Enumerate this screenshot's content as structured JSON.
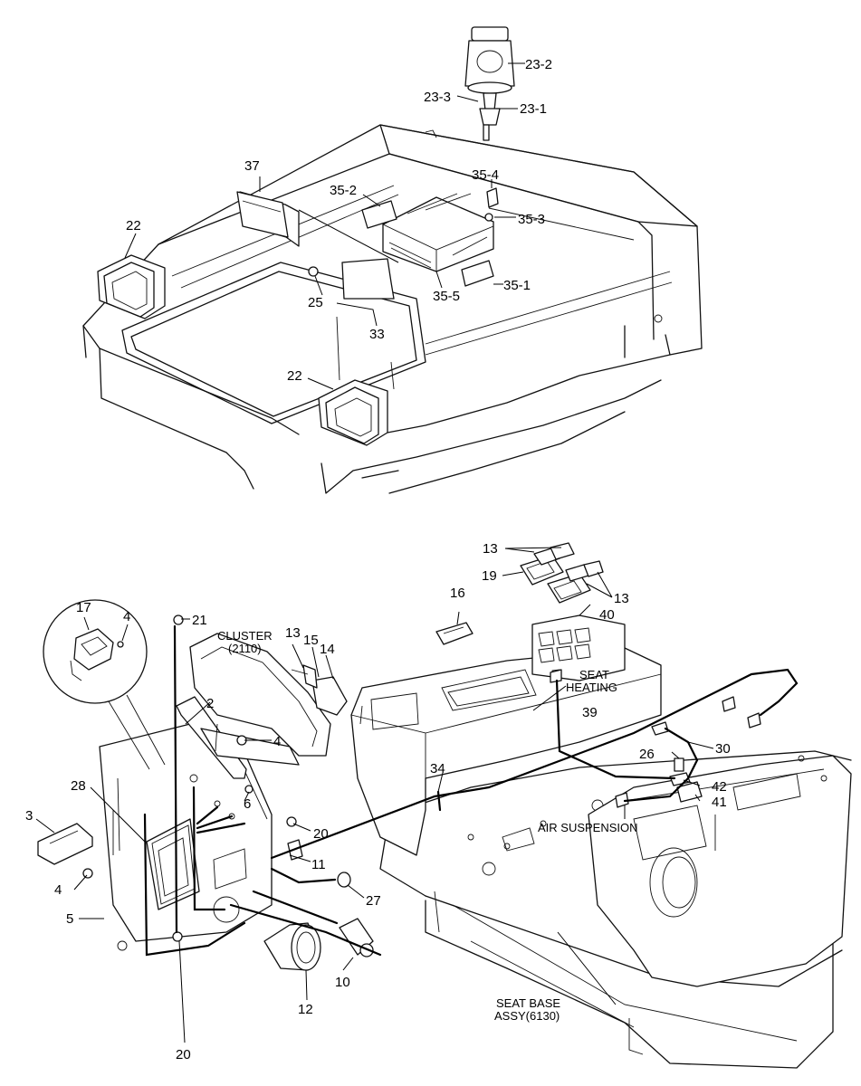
{
  "cab_top": {
    "callouts": {
      "c23_2": "23-2",
      "c23_3": "23-3",
      "c23_1": "23-1",
      "c37": "37",
      "c35_2": "35-2",
      "c35_4": "35-4",
      "c35_3": "35-3",
      "c22a": "22",
      "c25": "25",
      "c35_5": "35-5",
      "c35_1": "35-1",
      "c33": "33",
      "c22b": "22"
    }
  },
  "console": {
    "callouts": {
      "c13a": "13",
      "c19": "19",
      "c13b": "13",
      "c16": "16",
      "c40": "40",
      "c17": "17",
      "c4a": "4",
      "c21": "21",
      "cluster_l1": "CLUSTER",
      "cluster_l2": "(2110)",
      "c13c": "13",
      "c15": "15",
      "c14": "14",
      "seat_heating_l1": "SEAT",
      "seat_heating_l2": "HEATING",
      "c39": "39",
      "c2": "2",
      "c4b": "4",
      "c30": "30",
      "c26": "26",
      "c34": "34",
      "c42": "42",
      "c28": "28",
      "c6": "6",
      "c41": "41",
      "c3": "3",
      "c20a": "20",
      "air_suspension": "AIR SUSPENSION",
      "c11": "11",
      "c4c": "4",
      "c27": "27",
      "c5": "5",
      "c10": "10",
      "c12": "12",
      "seat_base_l1": "SEAT BASE",
      "seat_base_l2": "ASSY(6130)",
      "c20b": "20"
    }
  }
}
